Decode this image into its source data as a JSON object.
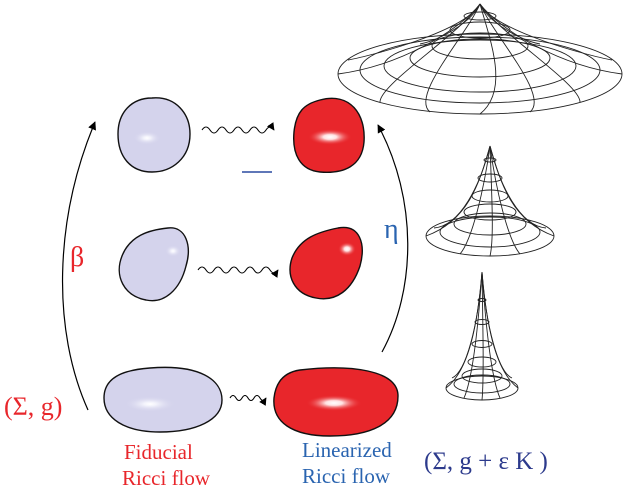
{
  "labels": {
    "beta": "β",
    "eta": "η",
    "initial_data": "(Σ, g)",
    "perturbed_data": "(Σ, g + ε K )",
    "fiducial_line1": "Fiducial",
    "fiducial_line2": "Ricci flow",
    "linearized_line1": "Linearized",
    "linearized_line2": "Ricci flow"
  },
  "colors": {
    "fiducial": "#d4d3ec",
    "linearized": "#e8262b",
    "label_red": "#e8262b",
    "label_blue": "#2a64b0",
    "label_navy": "#2c3a8c"
  }
}
